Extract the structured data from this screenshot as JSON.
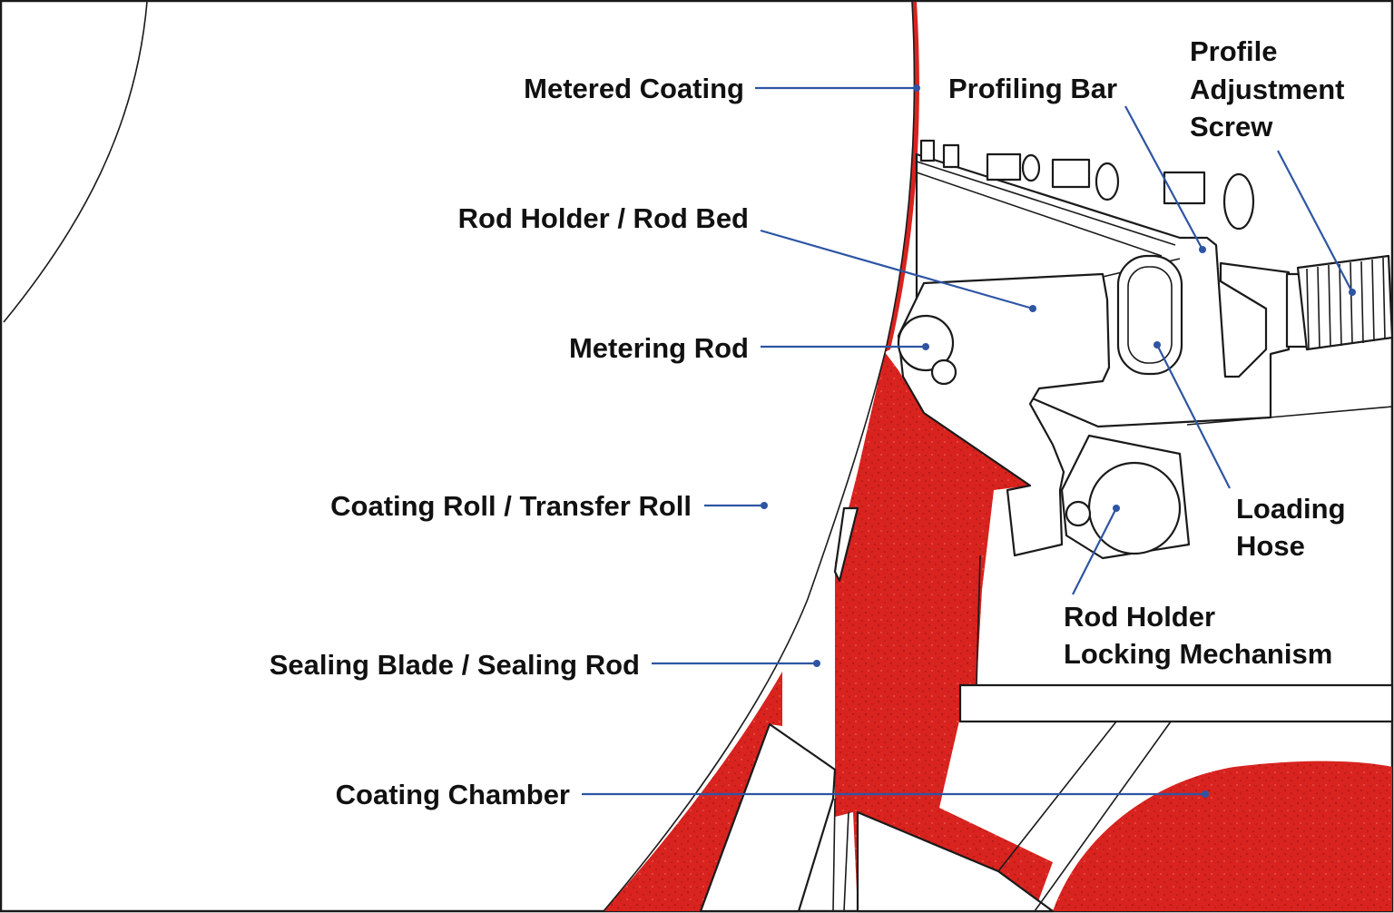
{
  "colors": {
    "coating": "#d8231f",
    "leader": "#2e55a4",
    "outline": "#1a1a1a",
    "text": "#111111"
  },
  "labels": {
    "metered_coating": [
      "Metered Coating"
    ],
    "profiling_bar": [
      "Profiling Bar"
    ],
    "profile_adjustment_screw": [
      "Profile",
      "Adjustment",
      "Screw"
    ],
    "rod_holder_rod_bed": [
      "Rod Holder / Rod Bed"
    ],
    "metering_rod": [
      "Metering Rod"
    ],
    "coating_roll_transfer_roll": [
      "Coating Roll / Transfer Roll"
    ],
    "loading_hose": [
      "Loading",
      "Hose"
    ],
    "rod_holder_locking_mechanism": [
      "Rod Holder",
      "Locking Mechanism"
    ],
    "sealing_blade_sealing_rod": [
      "Sealing Blade / Sealing Rod"
    ],
    "coating_chamber": [
      "Coating Chamber"
    ]
  }
}
